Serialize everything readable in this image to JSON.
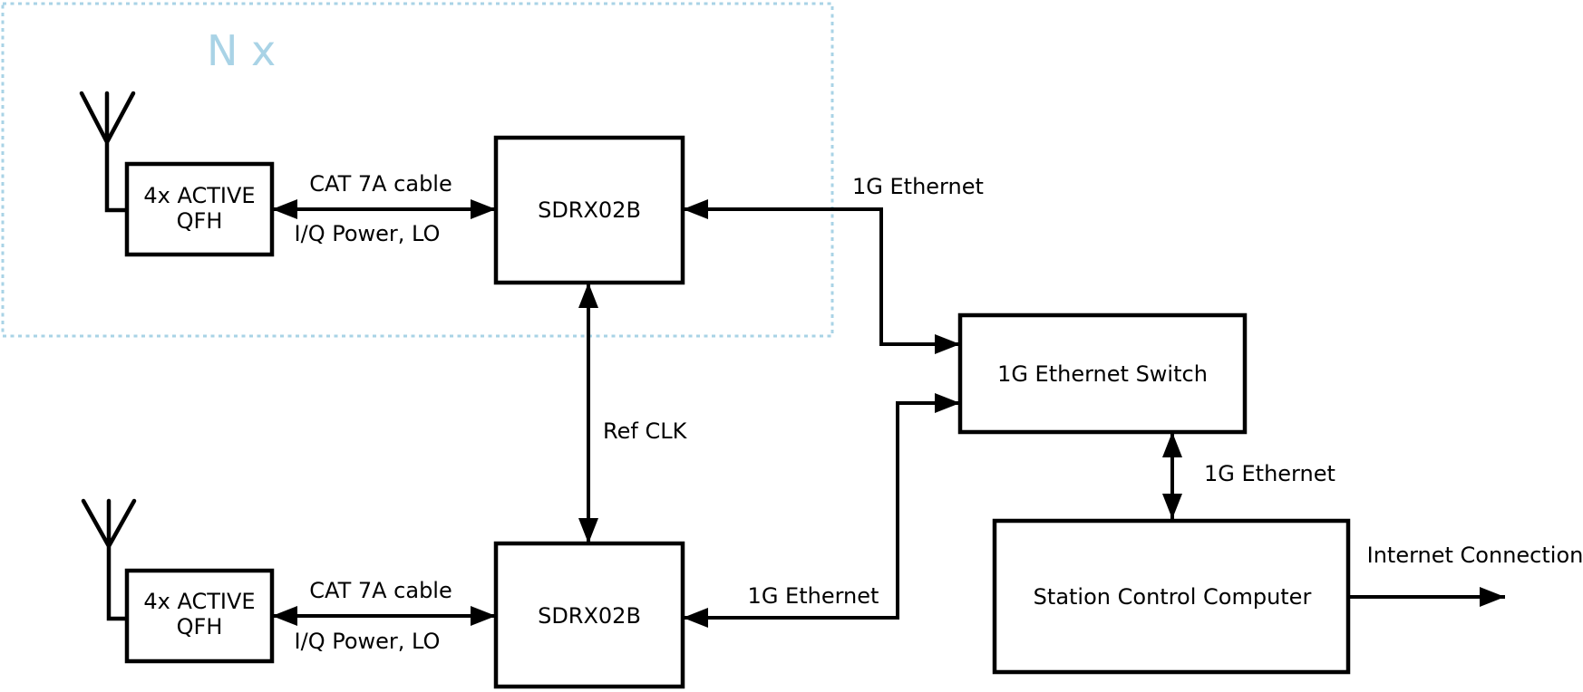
{
  "diagram": {
    "colors": {
      "accent_blue": "#a9d3e6",
      "line": "#000000",
      "background": "#ffffff"
    },
    "group": {
      "label": "N x"
    },
    "nodes": {
      "qfh_top": {
        "line1": "4x ACTIVE",
        "line2": "QFH"
      },
      "sdrx_top": {
        "label": "SDRX02B"
      },
      "qfh_bottom": {
        "line1": "4x ACTIVE",
        "line2": "QFH"
      },
      "sdrx_bottom": {
        "label": "SDRX02B"
      },
      "switch": {
        "label": "1G Ethernet Switch"
      },
      "computer": {
        "label": "Station Control Computer"
      }
    },
    "edges": {
      "cat7a_top": {
        "label_above": "CAT 7A cable",
        "label_below": "I/Q Power, LO"
      },
      "cat7a_bottom": {
        "label_above": "CAT 7A cable",
        "label_below": "I/Q Power, LO"
      },
      "ref_clk": {
        "label": "Ref CLK"
      },
      "eth_top": {
        "label": "1G Ethernet"
      },
      "eth_bottom": {
        "label": "1G Ethernet"
      },
      "eth_switch_computer": {
        "label": "1G Ethernet"
      },
      "internet": {
        "label": "Internet Connection"
      }
    }
  }
}
